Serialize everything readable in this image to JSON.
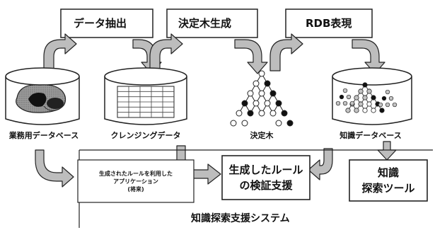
{
  "steps": {
    "extract": "データ抽出",
    "build_tree": "決定木生成",
    "rdb": "RDB表現"
  },
  "stores": {
    "business_db": "業務用データベース",
    "cleansing": "クレンジングデータ",
    "decision_tree": "決定木",
    "knowledge_db": "知識データベース"
  },
  "boxes": {
    "app_line1": "生成されたルールを利用した",
    "app_line2": "アプリケーション",
    "app_line3": "(将来)",
    "verify_line1": "生成したルール",
    "verify_line2": "の検証支援",
    "tool_line1": "知識",
    "tool_line2": "探索ツール"
  },
  "system_title": "知識探索支援システム"
}
